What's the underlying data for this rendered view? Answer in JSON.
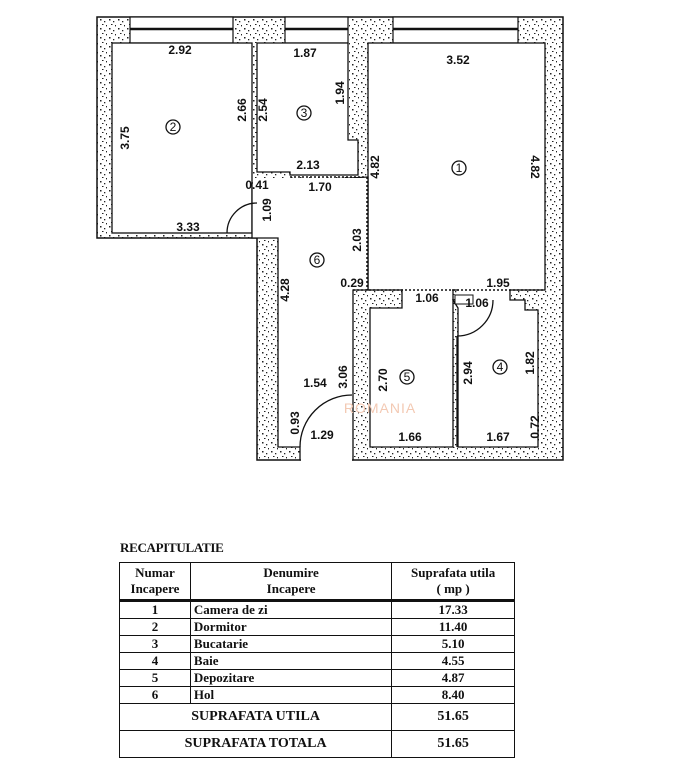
{
  "plan": {
    "rooms": [
      {
        "number": "1"
      },
      {
        "number": "2"
      },
      {
        "number": "3"
      },
      {
        "number": "4"
      },
      {
        "number": "5"
      },
      {
        "number": "6"
      }
    ],
    "dimensions": {
      "room2_top": "2.92",
      "room3_top": "1.87",
      "room1_top": "3.52",
      "room2_left": "3.75",
      "room2_right": "2.66",
      "room3_left": "2.54",
      "room3_right": "1.94",
      "room1_left": "4.82",
      "room1_right": "4.82",
      "room3_bottom": "2.13",
      "stub": "0.41",
      "hall_top": "1.70",
      "door_side": "1.09",
      "room2_bottom": "3.33",
      "hall_right": "2.03",
      "hall_left": "4.28",
      "offset": "0.29",
      "room1_bottom": "1.95",
      "room5_top": "1.06",
      "room4_top": "1.06",
      "room5_left": "2.70",
      "room4_left": "2.94",
      "room4_right": "1.82",
      "hall_width": "1.54",
      "hall_lower_right": "3.06",
      "entry_side": "0.93",
      "entry_width": "1.29",
      "room5_bottom": "1.66",
      "room4_bottom": "1.67",
      "room4_lower_right": "0.72"
    },
    "watermark": "ROMANIA"
  },
  "recap": {
    "title": "RECAPITULATIE",
    "headers": {
      "number": [
        "Numar",
        "Incapere"
      ],
      "name": [
        "Denumire",
        "Incapere"
      ],
      "area": [
        "Suprafata utila",
        "( mp )"
      ]
    },
    "rows": [
      {
        "number": "1",
        "name": "Camera de zi",
        "area": "17.33"
      },
      {
        "number": "2",
        "name": "Dormitor",
        "area": "11.40"
      },
      {
        "number": "3",
        "name": "Bucatarie",
        "area": "5.10"
      },
      {
        "number": "4",
        "name": "Baie",
        "area": "4.55"
      },
      {
        "number": "5",
        "name": "Depozitare",
        "area": "4.87"
      },
      {
        "number": "6",
        "name": "Hol",
        "area": "8.40"
      }
    ],
    "useful_label": "SUPRAFATA UTILA",
    "useful_value": "51.65",
    "total_label": "SUPRAFATA TOTALA",
    "total_value": "51.65"
  }
}
